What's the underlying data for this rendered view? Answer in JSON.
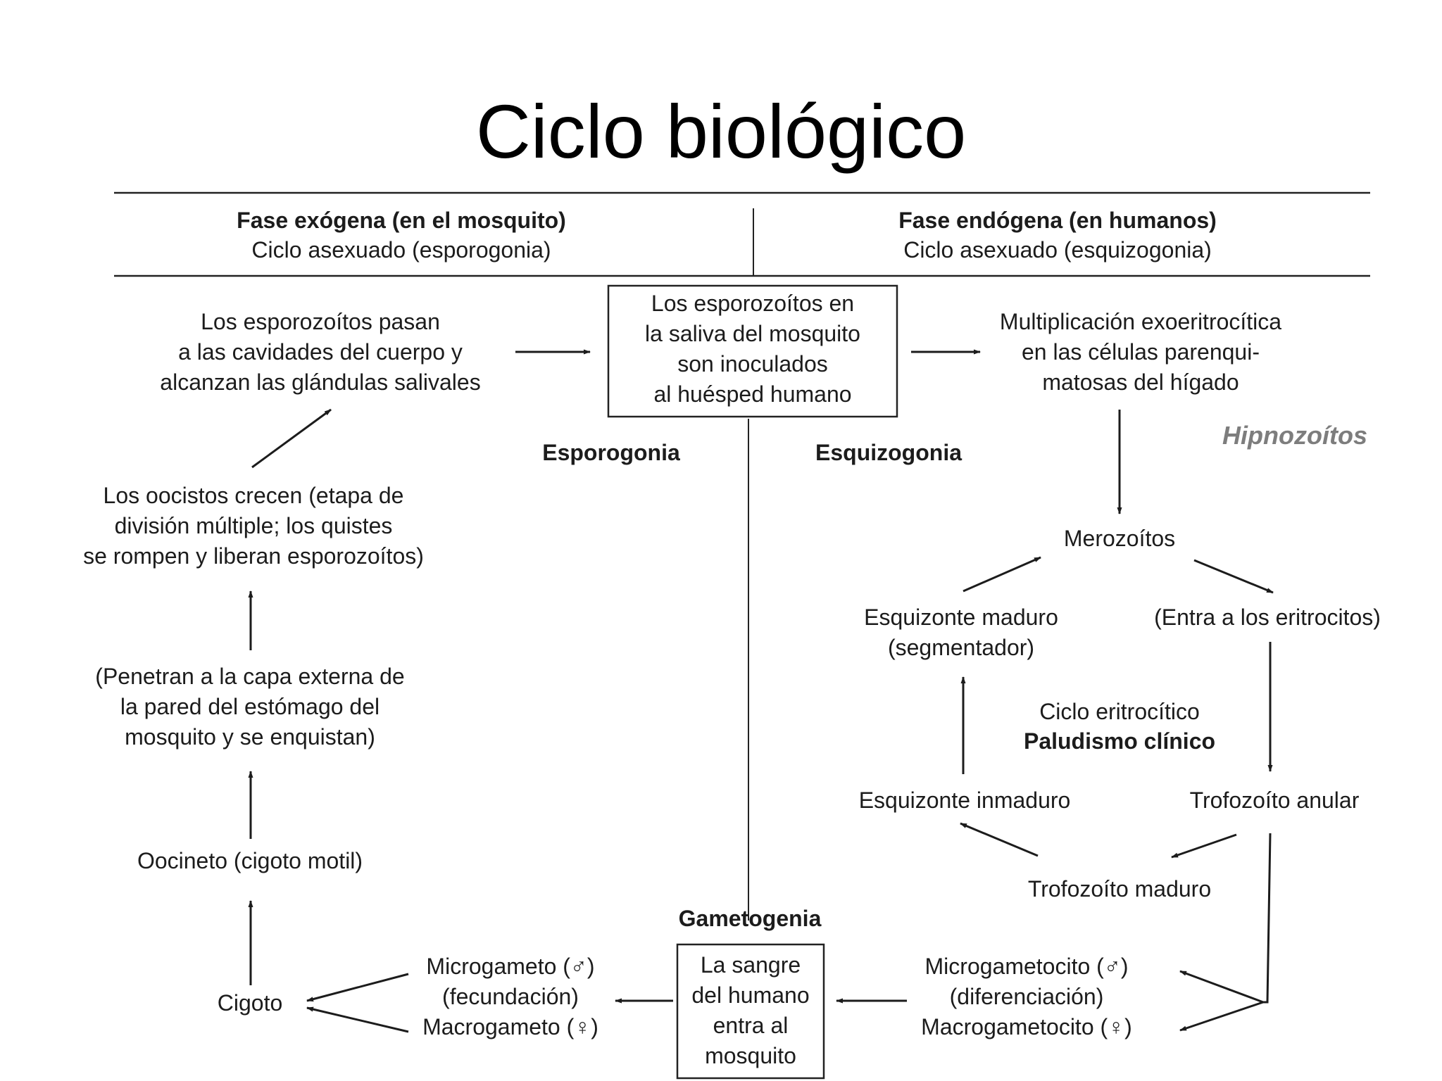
{
  "title": "Ciclo biológico",
  "header": {
    "left_title": "Fase exógena (en el mosquito)",
    "left_subtitle": "Ciclo asexuado (esporogonia)",
    "right_title": "Fase endógena (en humanos)",
    "right_subtitle": "Ciclo asexuado (esquizogonia)"
  },
  "phases": {
    "left_label": "Esporogonia",
    "right_label": "Esquizogonia",
    "bottom_label": "Gametogenia"
  },
  "nodes": {
    "inoculation": "Los esporozoítos en\nla saliva del mosquito\nson inoculados\nal huésped humano",
    "salivary": "Los esporozoítos pasan\na las cavidades del cuerpo y\nalcanzan las glándulas salivales",
    "oocysts": "Los oocistos crecen (etapa de\ndivisión múltiple; los quistes\nse rompen y liberan esporozoítos)",
    "penetrate": "(Penetran a la capa externa de\nla pared del estómago del\nmosquito y se enquistan)",
    "ookinete": "Oocineto (cigoto motil)",
    "zygote": "Cigoto",
    "gametes": "Microgameto (♂)\n(fecundación)\nMacrogameto (♀)",
    "blood": "La sangre\ndel humano\nentra al\nmosquito",
    "gametocytes": "Microgametocito (♂)\n(diferenciación)\nMacrogametocito (♀)",
    "exoerythrocytic": "Multiplicación exoeritrocítica\nen las células parenqui-\nmatosas del hígado",
    "hypnozoites": "Hipnozoítos",
    "merozoites": "Merozoítos",
    "mature_schizont": "Esquizonte maduro\n(segmentador)",
    "enter_erythrocytes": "(Entra a los eritrocitos)",
    "cycle_name": "Ciclo eritrocítico",
    "cycle_clinical": "Paludismo clínico",
    "immature_schizont": "Esquizonte inmaduro",
    "ring_trophozoite": "Trofozoíto anular",
    "mature_trophozoite": "Trofozoíto maduro"
  }
}
